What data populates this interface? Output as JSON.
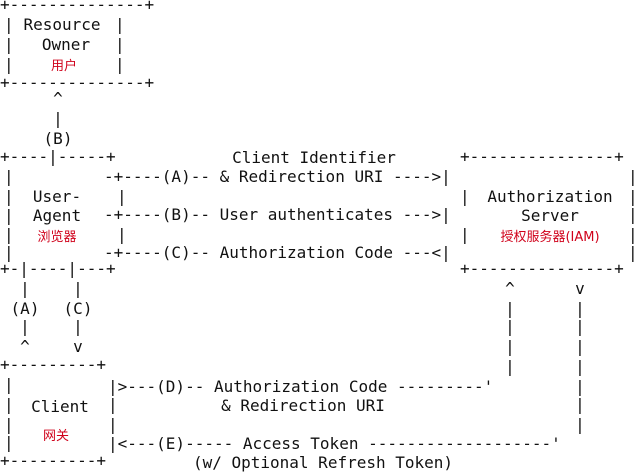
{
  "colors": {
    "ink": "#111111",
    "accent": "#d0021b",
    "background": "#ffffff"
  },
  "boxes": {
    "resource_owner": {
      "line1": "Resource",
      "line2": "Owner",
      "cn": "用户"
    },
    "user_agent": {
      "line1": "User-",
      "line2": "Agent",
      "cn": "浏览器"
    },
    "authorization_server": {
      "line1": "Authorization",
      "line2": "Server",
      "cn": "授权服务器(IAM)"
    },
    "client": {
      "line1": "Client",
      "cn": "网关"
    }
  },
  "flows": {
    "b_vertical": "(B)",
    "a_left": "(A)",
    "c_right": "(C)",
    "ua_row_a_caption": "Client Identifier",
    "ua_row_a": "-+----(A)-- & Redirection URI ---->|",
    "ua_row_b": "-+----(B)-- User authenticates --->|",
    "ua_row_c": "-+----(C)-- Authorization Code ---<|",
    "client_row_d": "|>---(D)-- Authorization Code ---------'",
    "client_row_d2": "& Redirection URI",
    "client_row_e": "|<---(E)----- Access Token -------------------'",
    "client_row_e2": "(w/ Optional Refresh Token)"
  }
}
